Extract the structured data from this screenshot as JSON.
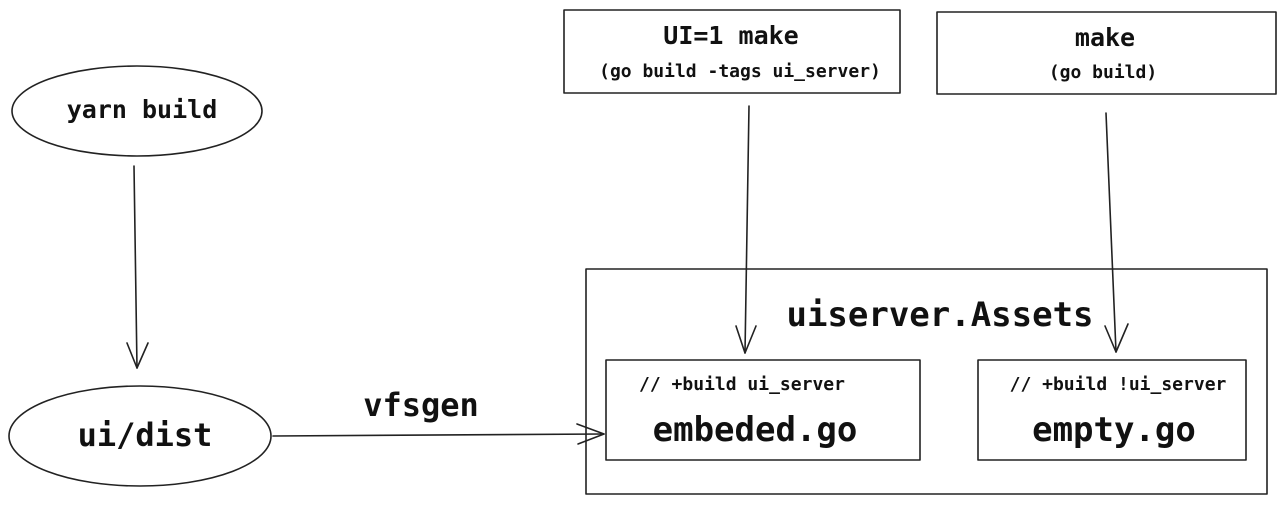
{
  "nodes": {
    "yarn_build": "yarn build",
    "ui_dist": "ui/dist",
    "ui_make_title": "UI=1 make",
    "ui_make_sub": "(go build -tags ui_server)",
    "make_title": "make",
    "make_sub": "(go build)",
    "assets_title": "uiserver.Assets",
    "embeded_tag": "// +build ui_server",
    "embeded_file": "embeded.go",
    "empty_tag": "// +build !ui_server",
    "empty_file": "empty.go"
  },
  "edges": {
    "vfsgen_label": "vfsgen"
  }
}
